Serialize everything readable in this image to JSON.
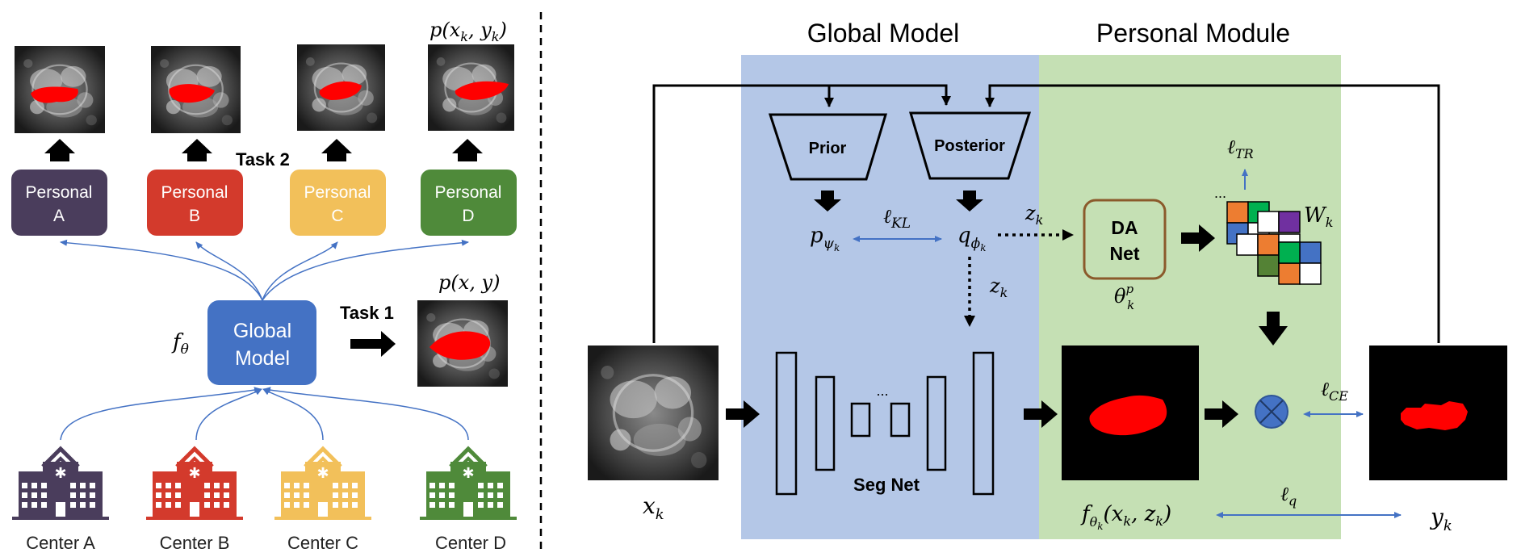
{
  "left_panel": {
    "task1_label": "Task 1",
    "task2_label": "Task 2",
    "global_model_line1": "Global",
    "global_model_line2": "Model",
    "f_theta": "f",
    "f_theta_sub": "θ",
    "p_xy": "p(x, y)",
    "p_xkyk_main": "p(x",
    "p_xkyk_k1": "k",
    "p_xkyk_mid": ", y",
    "p_xkyk_k2": "k",
    "p_xkyk_end": ")",
    "personals": [
      {
        "line1": "Personal",
        "line2": "A",
        "color": "#4a3d5c"
      },
      {
        "line1": "Personal",
        "line2": "B",
        "color": "#d33a2c"
      },
      {
        "line1": "Personal",
        "line2": "C",
        "color": "#f2c05a"
      },
      {
        "line1": "Personal",
        "line2": "D",
        "color": "#4f8a3a"
      }
    ],
    "centers": [
      {
        "label": "Center A",
        "color": "#4a3d5c"
      },
      {
        "label": "Center B",
        "color": "#d33a2c"
      },
      {
        "label": "Center C",
        "color": "#f2c05a"
      },
      {
        "label": "Center D",
        "color": "#4f8a3a"
      }
    ]
  },
  "right_panel": {
    "global_model_title": "Global Model",
    "personal_module_title": "Personal Module",
    "prior_label": "Prior",
    "posterior_label": "Posterior",
    "seg_net_label": "Seg Net",
    "dots": "...",
    "da_net_line1": "DA",
    "da_net_line2": "Net",
    "math": {
      "p_psi": "p",
      "psi_k": "ψ",
      "q_phi": "q",
      "phi_k": "ϕ",
      "k": "k",
      "l_kl": "ℓ",
      "kl": "KL",
      "z_k": "z",
      "theta_p": "θ",
      "p_sup": "p",
      "l_tr": "ℓ",
      "tr": "TR",
      "w_k": "W",
      "l_ce": "ℓ",
      "ce": "CE",
      "l_q": "ℓ",
      "q": "q",
      "x_k": "x",
      "y_k": "y",
      "f_theta_k": "f",
      "theta": "θ",
      "f_args": "(x",
      "f_args2": ", z",
      "f_close": ")",
      "otimes": "⊗"
    }
  },
  "colors": {
    "global_bg": "#b4c7e7",
    "personal_bg": "#c5e0b4",
    "arrow_blue": "#4472c4",
    "mask_red": "#ff0000",
    "da_border": "#8b5a2b"
  }
}
